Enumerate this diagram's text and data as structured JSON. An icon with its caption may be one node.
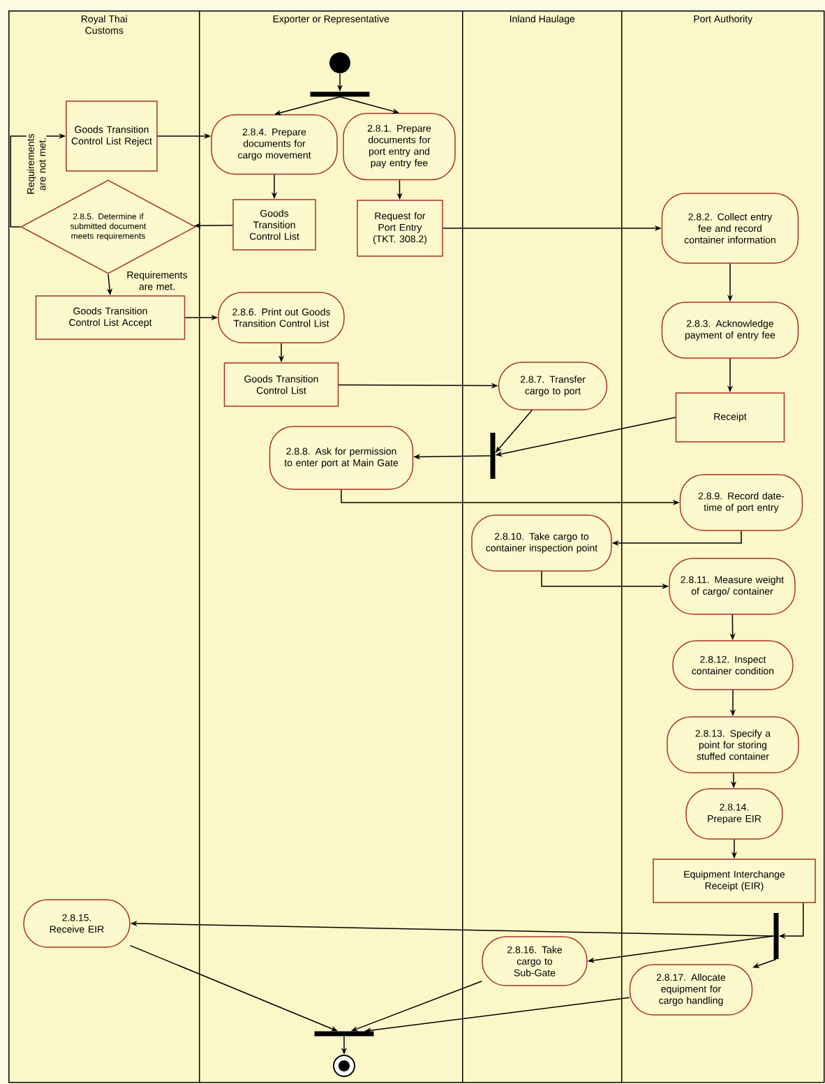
{
  "diagram": {
    "nodes": [
      {
        "text": [
          "Royal Thai Customs"
        ]
      },
      {
        "text": [
          "Exporter or Representative"
        ]
      },
      {
        "text": [
          "Inland Haulage"
        ]
      },
      {
        "text": [
          "Port Authority"
        ]
      },
      {
        "text": [],
        "shape": "circle",
        "in": 1
      },
      {
        "text": [],
        "shape": "bar",
        "in": 1
      },
      {
        "text": [
          "Goods Transition Control List Reject"
        ],
        "in": 0
      },
      {
        "text": [
          "2.8.4. Prepare documents for cargo movement"
        ],
        "in": 1
      },
      {
        "text": [
          "2.8.1. Prepare documents for port entry and pay entry fee"
        ],
        "in": 1
      },
      {
        "text": [
          "2.8.5. Determine if submitted document meets requirements"
        ],
        "in": 0
      },
      {
        "text": [
          "Goods Transition Control List"
        ],
        "in": 1
      },
      {
        "text": [
          "Request for Port Entry (TKT. 308.2)"
        ],
        "in": 1
      },
      {
        "text": [
          "2.8.2. Collect entry fee and record container information"
        ],
        "in": 3
      },
      {
        "text": [
          "Goods Transition Control List Accept"
        ],
        "in": 0
      },
      {
        "text": [
          "2.8.6. Print out Goods Transition Control List"
        ],
        "in": 1
      },
      {
        "text": [
          "2.8.3. Acknowledge payment of entry fee"
        ],
        "in": 3
      },
      {
        "text": [
          "Goods Transition Control List"
        ],
        "in": 1
      },
      {
        "text": [
          "2.8.7. Transfer cargo to port"
        ],
        "in": 2
      },
      {
        "text": [
          "Receipt"
        ],
        "in": 3
      },
      {
        "text": [
          "2.8.8. Ask for permission to enter port at Main Gate"
        ],
        "in": 1
      },
      {
        "text": [],
        "shape": "bar",
        "in": 2
      },
      {
        "text": [
          "2.8.9. Record date-time of port entry"
        ],
        "in": 3
      },
      {
        "text": [
          "2.8.10. Take cargo to container inspection point"
        ],
        "in": 2
      },
      {
        "text": [
          "2.8.11. Measure weight of cargo/ container"
        ],
        "in": 3
      },
      {
        "text": [
          "2.8.12. Inspect container condition"
        ],
        "in": 3
      },
      {
        "text": [
          "2.8.13. Specify a point for storing stuffed container"
        ],
        "in": 3
      },
      {
        "text": [
          "2.8.14. Prepare EIR"
        ],
        "in": 3
      },
      {
        "text": [
          "Equipment Interchange Receipt (EIR)"
        ],
        "in": 3
      },
      {
        "text": [
          "2.8.15. Receive EIR"
        ],
        "in": 0
      },
      {
        "text": [],
        "shape": "bar",
        "in": 3
      },
      {
        "text": [
          "2.8.16. Take cargo to Sub-Gate"
        ],
        "in": 2
      },
      {
        "text": [
          "2.8.17. Allocate equipment for cargo handling"
        ],
        "in": 3
      },
      {
        "text": [],
        "shape": "bar",
        "in": 1
      },
      {
        "text": [],
        "shape": "circle",
        "in": 1
      }
    ],
    "edges": [
      {
        "from": 4,
        "to": 5,
        "arrow": "to"
      },
      {
        "from": 5,
        "to": 7,
        "arrow": "to"
      },
      {
        "from": 5,
        "to": 8,
        "arrow": "to"
      },
      {
        "from": 6,
        "to": 7,
        "arrow": "to"
      },
      {
        "from": 7,
        "to": 10,
        "arrow": "to"
      },
      {
        "from": 8,
        "to": 11,
        "arrow": "to"
      },
      {
        "from": 10,
        "to": 9,
        "arrow": "to"
      },
      {
        "from": 9,
        "to": 6,
        "arrow": "to",
        "label": "Requirements are not met."
      },
      {
        "from": 9,
        "to": 13,
        "arrow": "to",
        "label": "Requirements are met."
      },
      {
        "from": 11,
        "to": 12,
        "arrow": "to"
      },
      {
        "from": 12,
        "to": 15,
        "arrow": "to"
      },
      {
        "from": 13,
        "to": 14,
        "arrow": "to"
      },
      {
        "from": 14,
        "to": 16,
        "arrow": "to"
      },
      {
        "from": 15,
        "to": 18,
        "arrow": "to"
      },
      {
        "from": 16,
        "to": 17,
        "arrow": "to"
      },
      {
        "from": 17,
        "to": 20,
        "arrow": "to"
      },
      {
        "from": 18,
        "to": 20,
        "arrow": "to"
      },
      {
        "from": 20,
        "to": 19,
        "arrow": "to"
      },
      {
        "from": 19,
        "to": 21,
        "arrow": "to"
      },
      {
        "from": 21,
        "to": 22,
        "arrow": "to"
      },
      {
        "from": 22,
        "to": 23,
        "arrow": "to"
      },
      {
        "from": 23,
        "to": 24,
        "arrow": "to"
      },
      {
        "from": 24,
        "to": 25,
        "arrow": "to"
      },
      {
        "from": 25,
        "to": 26,
        "arrow": "to"
      },
      {
        "from": 26,
        "to": 27,
        "arrow": "to"
      },
      {
        "from": 27,
        "to": 29,
        "arrow": "to"
      },
      {
        "from": 29,
        "to": 28,
        "arrow": "to"
      },
      {
        "from": 29,
        "to": 30,
        "arrow": "to"
      },
      {
        "from": 29,
        "to": 31,
        "arrow": "to"
      },
      {
        "from": 28,
        "to": 32,
        "arrow": "to"
      },
      {
        "from": 30,
        "to": 32,
        "arrow": "to"
      },
      {
        "from": 31,
        "to": 32,
        "arrow": "to"
      },
      {
        "from": 32,
        "to": 33,
        "arrow": "to"
      }
    ]
  }
}
